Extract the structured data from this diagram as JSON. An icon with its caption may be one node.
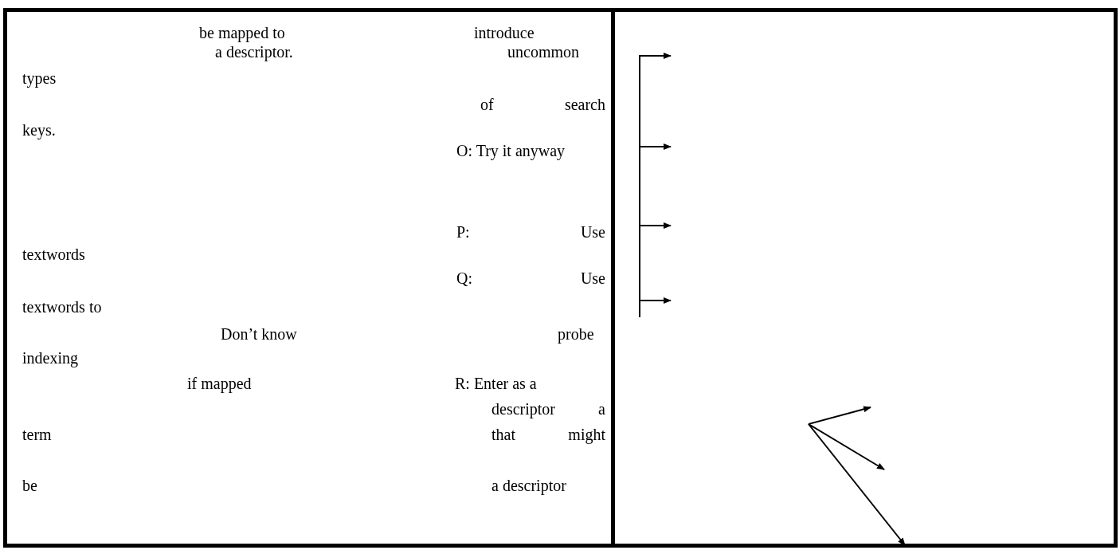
{
  "diagram": {
    "nodes": [
      {
        "text": [
          "be mapped to",
          "introduce",
          "a descriptor.",
          "uncommon",
          "types",
          "of search",
          "keys.",
          "O: Try it anyway",
          "P: Use",
          "textwords",
          "Q: Use",
          "textwords to",
          "Don’t know",
          "probe",
          "indexing",
          "if mapped",
          "R: Enter as a",
          "descriptor a",
          "term",
          "that might",
          "be",
          "a descriptor"
        ]
      }
    ]
  }
}
